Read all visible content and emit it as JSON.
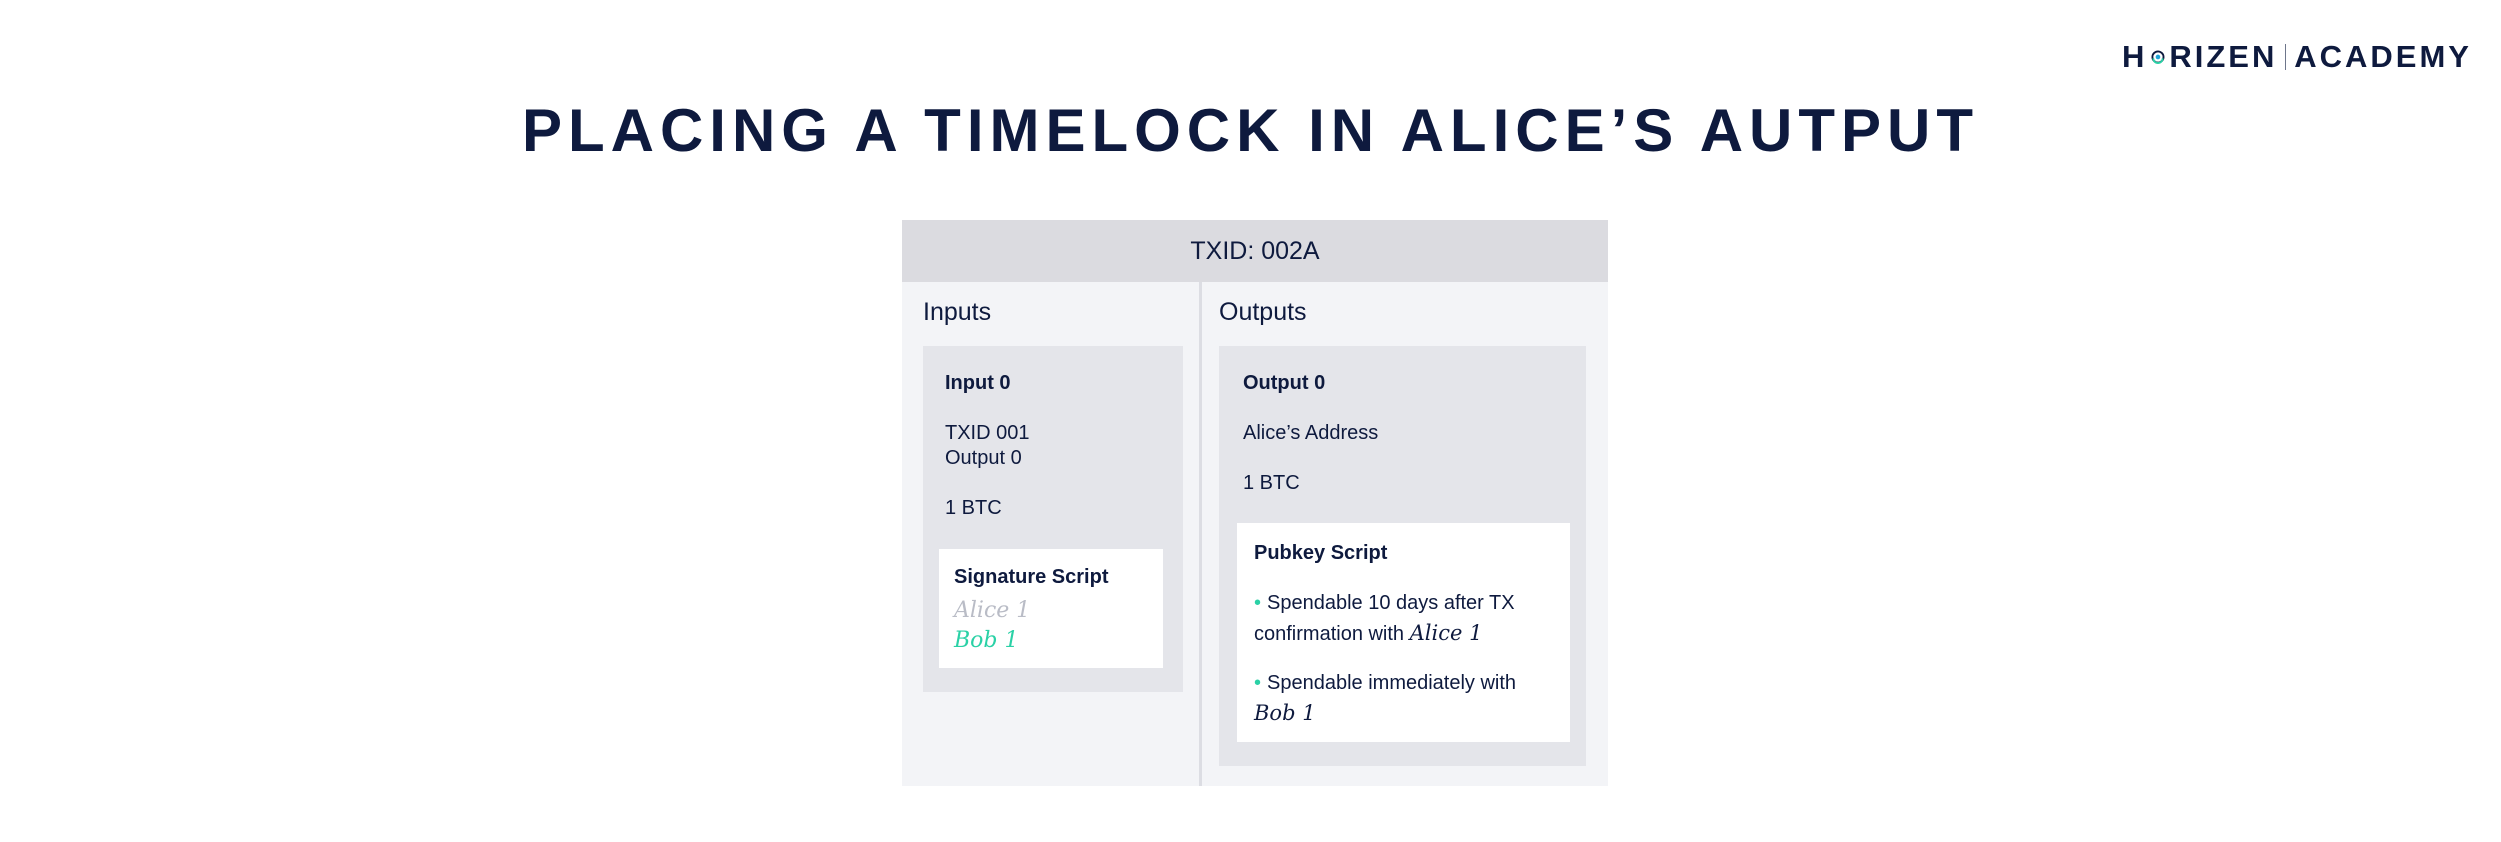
{
  "logo": {
    "text_left": "H",
    "text_right": "RIZEN",
    "text_academy": "ACADEMY"
  },
  "title": "PLACING A TIMELOCK IN ALICE’S AUTPUT",
  "tx": {
    "header": "TXID: 002A",
    "inputs": {
      "label": "Inputs",
      "input": {
        "title": "Input 0",
        "txid": "TXID 001",
        "output": "Output 0",
        "amount": "1 BTC",
        "signature": {
          "title": "Signature Script",
          "sig1": "Alice 1",
          "sig2": "Bob 1"
        }
      }
    },
    "outputs": {
      "label": "Outputs",
      "output": {
        "title": "Output 0",
        "address": "Alice’s Address",
        "amount": "1 BTC",
        "pubkey": {
          "title": "Pubkey Script",
          "line1a": "Spendable 10 days after TX",
          "line1b": "confirmation with",
          "line1_sig": "Alice 1",
          "line2a": "Spendable immediately with",
          "line2_sig": "Bob 1"
        }
      }
    }
  },
  "colors": {
    "navy": "#0e1a3e",
    "teal": "#2ad1a6",
    "muted_signature": "#b9bcc6"
  }
}
